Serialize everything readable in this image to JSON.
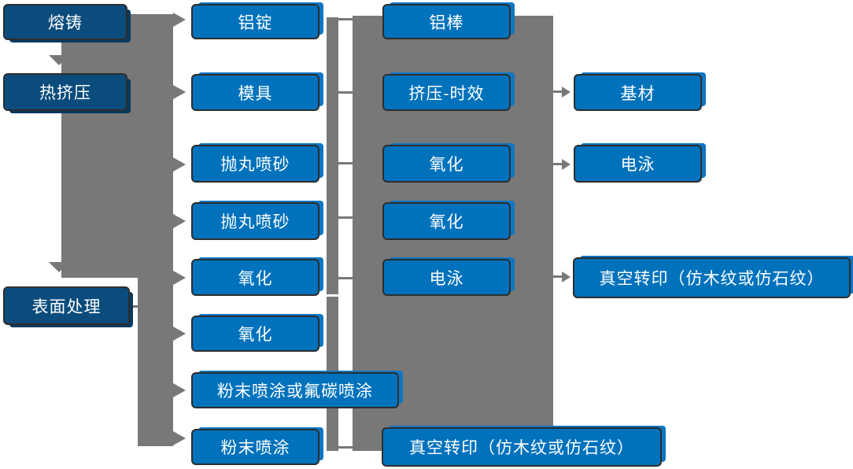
{
  "diagram": {
    "colors": {
      "process_box": "#0072bc",
      "stage_box": "#0b4c7d",
      "connector": "#787878",
      "box_border": "#2d2d2d",
      "text": "#ffffff"
    },
    "nodes": {
      "rongzhu": {
        "label": "熔铸"
      },
      "rejiya": {
        "label": "热挤压"
      },
      "biaomianchuli": {
        "label": "表面处理"
      },
      "lvding": {
        "label": "铝锭"
      },
      "moju": {
        "label": "模具"
      },
      "paowan1": {
        "label": "抛丸喷砂"
      },
      "paowan2": {
        "label": "抛丸喷砂"
      },
      "yanghua1": {
        "label": "氧化"
      },
      "yanghua2": {
        "label": "氧化"
      },
      "fentan": {
        "label": "粉末喷涂或氟碳喷涂"
      },
      "fenmo": {
        "label": "粉末喷涂"
      },
      "lvbang": {
        "label": "铝棒"
      },
      "jiya": {
        "label": "挤压-时效"
      },
      "yanghua3": {
        "label": "氧化"
      },
      "yanghua4": {
        "label": "氧化"
      },
      "dianyong1": {
        "label": "电泳"
      },
      "zhenkong1": {
        "label": "真空转印（仿木纹或仿石纹）"
      },
      "jicai": {
        "label": "基材"
      },
      "dianyong2": {
        "label": "电泳"
      },
      "zhenkong2": {
        "label": "真空转印（仿木纹或仿石纹）"
      }
    },
    "edges": [
      {
        "from": "熔铸",
        "to": "铝锭"
      },
      {
        "from": "熔铸",
        "to": "热挤压"
      },
      {
        "from": "热挤压",
        "to": "模具"
      },
      {
        "from": "热挤压",
        "to": "抛丸喷砂"
      },
      {
        "from": "热挤压",
        "to": "抛丸喷砂"
      },
      {
        "from": "热挤压",
        "to": "氧化"
      },
      {
        "from": "热挤压",
        "to": "表面处理"
      },
      {
        "from": "表面处理",
        "to": "氧化"
      },
      {
        "from": "表面处理",
        "to": "粉末喷涂或氟碳喷涂"
      },
      {
        "from": "表面处理",
        "to": "粉末喷涂"
      },
      {
        "from": "挤压-时效",
        "to": "基材"
      },
      {
        "from": "氧化",
        "to": "电泳"
      },
      {
        "from": "电泳",
        "to": "真空转印（仿木纹或仿石纹）"
      },
      {
        "from": "粉末喷涂",
        "to": "真空转印（仿木纹或仿石纹）"
      }
    ]
  }
}
